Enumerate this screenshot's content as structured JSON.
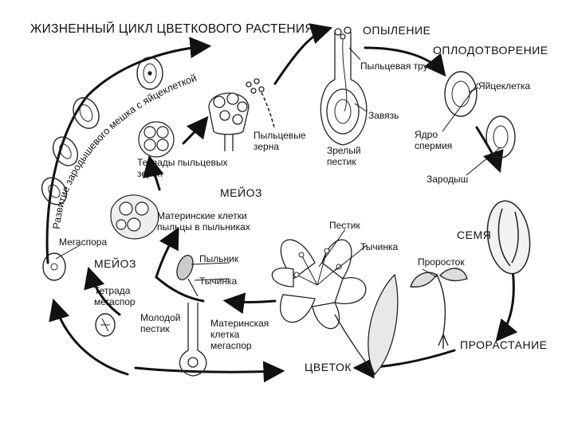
{
  "title": "ЖИЗНЕННЫЙ ЦИКЛ ЦВЕТКОВОГО РАСТЕНИЯ",
  "stages": {
    "pollination": "ОПЫЛЕНИЕ",
    "fertilization": "ОПЛОДОТВОРЕНИЕ",
    "seed": "СЕМЯ",
    "germination": "ПРОРАСТАНИЕ",
    "flower": "ЦВЕТОК",
    "meiosis_anther": "МЕЙОЗ",
    "meiosis_ovule": "МЕЙОЗ"
  },
  "arc_label": "Развитие зародышевого мешка с яйцеклеткой",
  "labels": {
    "pollen_tube": "Пыльцевая трубка",
    "ovary": "Завязь",
    "mature_pistil": "Зрелый\nпестик",
    "egg_cell": "Яйцеклетка",
    "sperm_nucleus": "Ядро\nспермия",
    "embryo": "Зародыш",
    "pollen_grains": "Пыльцевые\nзерна",
    "pollen_tetrads": "Тетрады пыльцевых\nзерен",
    "pollen_mother_cells": "Материнские клетки\nпыльцы в пыльниках",
    "megaspore": "Мегаспора",
    "anther": "Пыльник",
    "stamen_small": "Тычинка",
    "megaspore_tetrad": "Тетрада\nмегаспор",
    "young_pistil": "Молодой\nпестик",
    "megaspore_mother_cell": "Материнская\nклетка\nмегаспор",
    "pistil": "Пестик",
    "stamen": "Тычинка",
    "sprout": "Проросток"
  }
}
